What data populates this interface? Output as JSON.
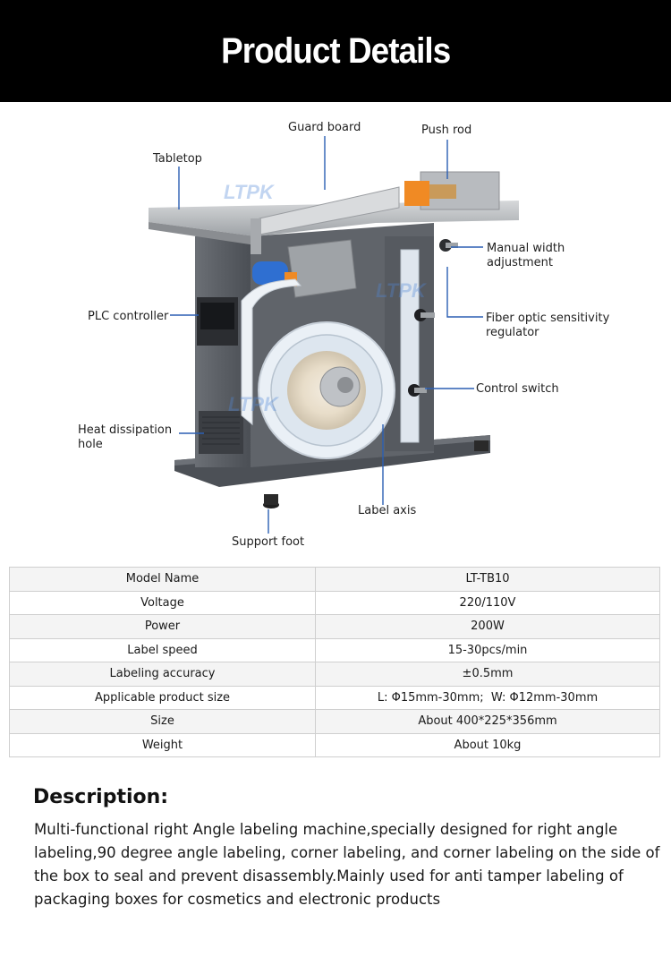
{
  "banner": {
    "title": "Product Details"
  },
  "diagram": {
    "watermark": "LTPK",
    "callouts": {
      "guard_board": "Guard board",
      "push_rod": "Push rod",
      "tabletop": "Tabletop",
      "manual_width": "Manual width adjustment",
      "plc_controller": "PLC controller",
      "fiber_optic": "Fiber optic sensitivity regulator",
      "control_switch": "Control switch",
      "heat_dissipation": "Heat dissipation hole",
      "label_axis": "Label axis",
      "support_foot": "Support foot"
    },
    "colors": {
      "leader_line": "#2b5fb3",
      "machine_body": "#5d6168",
      "tabletop": "#b9bcbf",
      "accent_orange": "#f08a24"
    }
  },
  "specs": {
    "rows": [
      {
        "label": "Model Name",
        "value": "LT-TB10"
      },
      {
        "label": "Voltage",
        "value": "220/110V"
      },
      {
        "label": "Power",
        "value": "200W"
      },
      {
        "label": "Label speed",
        "value": "15-30pcs/min"
      },
      {
        "label": "Labeling accuracy",
        "value": "±0.5mm"
      },
      {
        "label": "Applicable product size",
        "value": "L: Φ15mm-30mm;  W: Φ12mm-30mm"
      },
      {
        "label": "Size",
        "value": "About 400*225*356mm"
      },
      {
        "label": "Weight",
        "value": "About 10kg"
      }
    ]
  },
  "description": {
    "heading": "Description:",
    "body": "Multi-functional right Angle labeling machine,specially designed for right angle labeling,90 degree angle labeling, corner labeling, and corner labeling on the side of the box to seal and prevent disassembly.Mainly used for anti tamper labeling of packaging boxes for cosmetics and electronic products"
  }
}
